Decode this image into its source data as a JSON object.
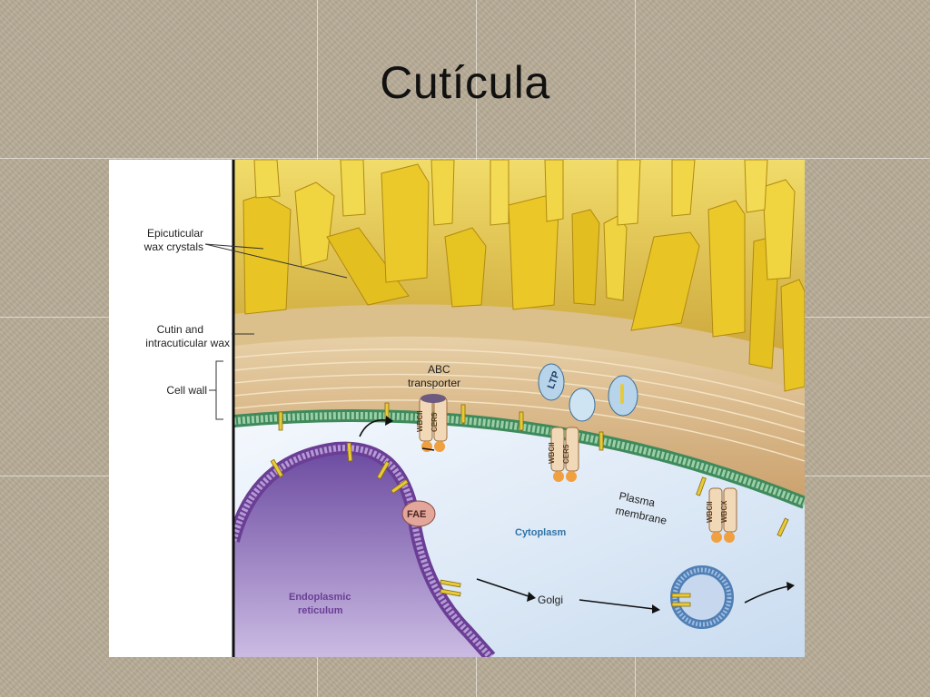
{
  "slide": {
    "title": "Cutícula"
  },
  "diagram": {
    "labels": {
      "epicuticular_1": "Epicuticular",
      "epicuticular_2": "wax crystals",
      "cutin_1": "Cutin and",
      "cutin_2": "intracuticular wax",
      "cell_wall": "Cell wall",
      "abc_1": "ABC",
      "abc_2": "transporter",
      "ltp": "LTP",
      "plasma_1": "Plasma",
      "plasma_2": "membrane",
      "cytoplasm": "Cytoplasm",
      "fae": "FAE",
      "er_1": "Endoplasmic",
      "er_2": "reticulum",
      "golgi": "Golgi",
      "wbcii": "WBCII",
      "cer5": "CER5",
      "wbcx": "WBCX"
    },
    "colors": {
      "wax": "#e6c21c",
      "cutin": "#d9bd83",
      "cell_wall": "#d6b488",
      "membrane": "#5fa07a",
      "cytoplasm": "#dde9f7",
      "er": "#7a55a8",
      "text_blue": "#2f74a6",
      "text_purple": "#6a3e95"
    }
  }
}
